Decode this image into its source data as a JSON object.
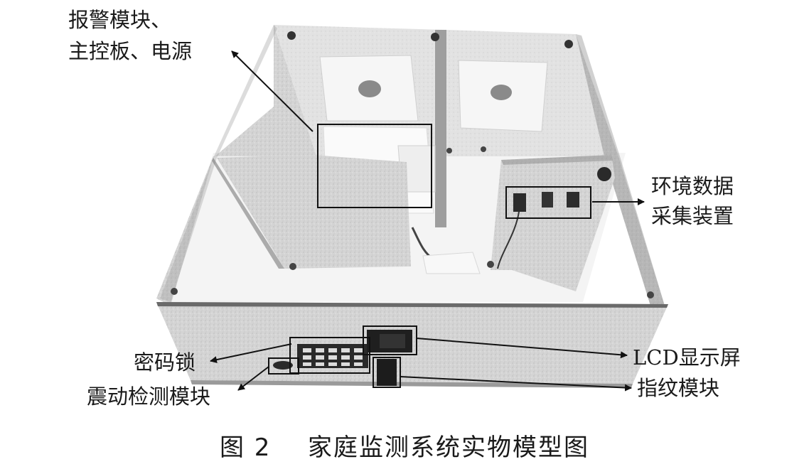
{
  "labels": {
    "alarm_module": "报警模块、",
    "main_board_power": "主控板、电源",
    "env_data_line1": "环境数据",
    "env_data_line2": "采集装置",
    "password_lock": "密码锁",
    "vibration_module": "震动检测模块",
    "lcd_screen": "LCD显示屏",
    "fingerprint_module": "指纹模块"
  },
  "caption": {
    "figure_number": "图 2",
    "title": "家庭监测系统实物模型图"
  }
}
